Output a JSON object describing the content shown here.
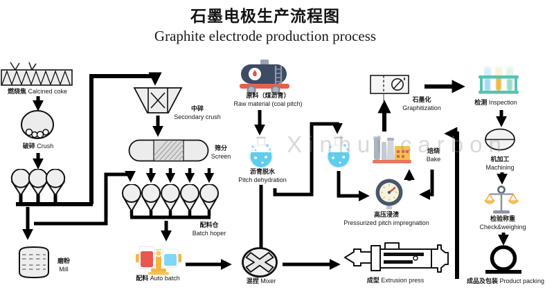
{
  "title": {
    "cjk": "石墨电极生产流程图",
    "en": "Graphite electrode production process"
  },
  "watermark": "Xinhui carbon",
  "nodes": {
    "calcined_coke": {
      "cjk": "燃烧焦",
      "en": "Calcined coke"
    },
    "crush": {
      "cjk": "破碎",
      "en": "Crush"
    },
    "secondary_crush": {
      "cjk": "中碎",
      "en": "Secondary crush"
    },
    "screen": {
      "cjk": "筛分",
      "en": "Screen"
    },
    "batch_hopper": {
      "cjk": "配料仓",
      "en": "Batch hoper"
    },
    "mill": {
      "cjk": "磨粉",
      "en": "Mill"
    },
    "auto_batch": {
      "cjk": "配料",
      "en": "Auto batch"
    },
    "mixer": {
      "cjk": "混捏",
      "en": "Mixer"
    },
    "extrusion": {
      "cjk": "成型",
      "en": "Extrusion press"
    },
    "raw_material": {
      "cjk": "原料（煤沥青）",
      "en": "Raw material (coal pitch)"
    },
    "pitch_dehydration": {
      "cjk": "沥青脱水",
      "en": "Pitch dehydration"
    },
    "impregnation": {
      "cjk": "高压浸渍",
      "en": "Pressurized pitch impregnation"
    },
    "bake": {
      "cjk": "焙烧",
      "en": "Bake"
    },
    "graphitization": {
      "cjk": "石墨化",
      "en": "Graphitization"
    },
    "inspection": {
      "cjk": "检测",
      "en": "Inspection"
    },
    "machining": {
      "cjk": "机加工",
      "en": "Machining"
    },
    "check_weighing": {
      "cjk": "检验称重",
      "en": "Check&weighing"
    },
    "product_packing": {
      "cjk": "成品及包装",
      "en": "Product packing"
    }
  },
  "palette": {
    "line": "#000000",
    "icon_fill": "#ededed",
    "tank_navy": "#3d4b63",
    "drop_red": "#e8503e",
    "base_red": "#e8604c",
    "liquid_blue": "#5ecdf0",
    "stand_yellow": "#f5b63e",
    "rack_teal": "#57c2b2",
    "gauge_slate": "#46576a",
    "gauge_face": "#f7f2de",
    "building_yellow": "#f2c14e",
    "watermark_gray": "#8a8a8a"
  }
}
